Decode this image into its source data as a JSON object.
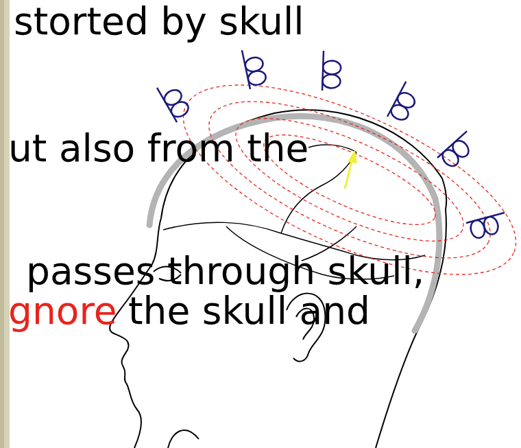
{
  "diagram": {
    "labels": [
      "storted by skull",
      "ut also from the",
      "passes through skull,",
      "gnore",
      "the skull and"
    ]
  }
}
